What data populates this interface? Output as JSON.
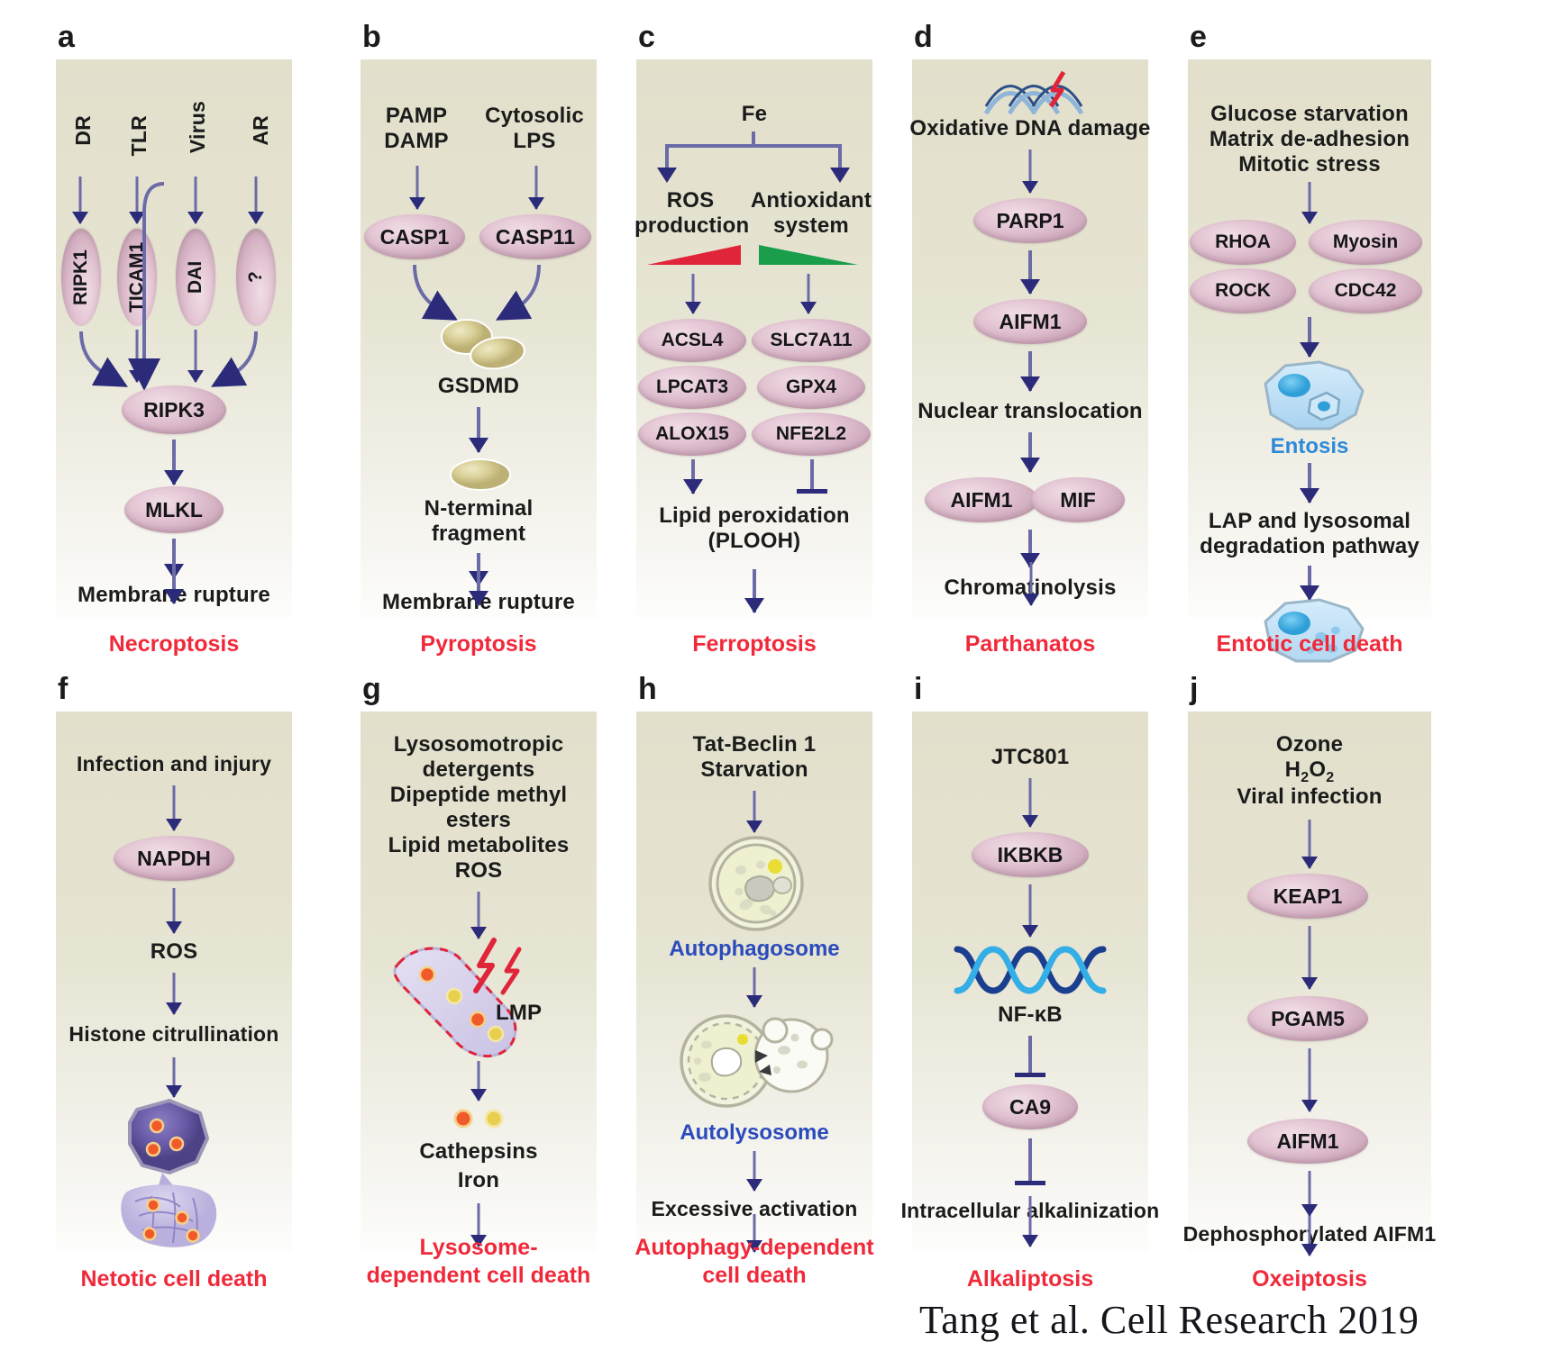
{
  "figure": {
    "citation": "Tang et al. Cell Research 2019",
    "colors": {
      "panel_bg_top": "#e2e0cb",
      "panel_bg_bottom": "#fdfdfb",
      "arrow": "#2b2b7a",
      "arrow_shaft": "#6b6ba8",
      "node_fill": "#ceaabc",
      "outcome_red": "#f0293a",
      "label_blue": "#2b4bbd",
      "label_lightblue": "#2e8ad8",
      "ros_triangle_red": "#e0243a",
      "antioxidant_triangle_green": "#1a9e4b"
    }
  },
  "panels": {
    "a": {
      "letter": "a",
      "stimuli": [
        "DR",
        "TLR",
        "Virus",
        "AR"
      ],
      "receptors": [
        "RIPK1",
        "TICAM1",
        "DAI",
        "?"
      ],
      "hub": "RIPK3",
      "effector": "MLKL",
      "event": "Membrane rupture",
      "outcome": "Necroptosis"
    },
    "b": {
      "letter": "b",
      "stimulus_left": "PAMP\nDAMP",
      "stimulus_left_lines": [
        "PAMP",
        "DAMP"
      ],
      "stimulus_right_lines": [
        "Cytosolic",
        "LPS"
      ],
      "caspase_left": "CASP1",
      "caspase_right": "CASP11",
      "substrate": "GSDMD",
      "product_lines": [
        "N-terminal",
        "fragment"
      ],
      "event": "Membrane rupture",
      "outcome": "Pyroptosis"
    },
    "c": {
      "letter": "c",
      "input": "Fe",
      "left_branch_lines": [
        "ROS",
        "production"
      ],
      "right_branch_lines": [
        "Antioxidant",
        "system"
      ],
      "left_nodes": [
        "ACSL4",
        "LPCAT3",
        "ALOX15"
      ],
      "right_nodes": [
        "SLC7A11",
        "GPX4",
        "NFE2L2"
      ],
      "event_lines": [
        "Lipid peroxidation",
        "(PLOOH)"
      ],
      "outcome": "Ferroptosis"
    },
    "d": {
      "letter": "d",
      "stimulus": "Oxidative DNA damage",
      "nodes": [
        "PARP1",
        "AIFM1"
      ],
      "step": "Nuclear translocation",
      "complex": [
        "AIFM1",
        "MIF"
      ],
      "event": "Chromatinolysis",
      "outcome": "Parthanatos"
    },
    "e": {
      "letter": "e",
      "stimuli": [
        "Glucose starvation",
        "Matrix de-adhesion",
        "Mitotic stress"
      ],
      "nodes": [
        [
          "RHOA",
          "Myosin"
        ],
        [
          "ROCK",
          "CDC42"
        ]
      ],
      "process_label": "Entosis",
      "step_lines": [
        "LAP and lysosomal",
        "degradation pathway"
      ],
      "outcome": "Entotic cell death"
    },
    "f": {
      "letter": "f",
      "stimulus": "Infection and injury",
      "node": "NAPDH",
      "mediator": "ROS",
      "step": "Histone citrullination",
      "outcome": "Netotic cell death"
    },
    "g": {
      "letter": "g",
      "stimuli": [
        "Lysosomotropic",
        "detergents",
        "Dipeptide methyl",
        "esters",
        "Lipid metabolites",
        "ROS"
      ],
      "process_label": "LMP",
      "products": [
        "Cathepsins",
        "Iron"
      ],
      "outcome_lines": [
        "Lysosome-",
        "dependent cell death"
      ]
    },
    "h": {
      "letter": "h",
      "stimuli": [
        "Tat-Beclin 1",
        "Starvation"
      ],
      "organelle_1": "Autophagosome",
      "organelle_2": "Autolysosome",
      "step": "Excessive activation",
      "outcome_lines": [
        "Autophagy-dependent",
        "cell death"
      ]
    },
    "i": {
      "letter": "i",
      "stimulus": "JTC801",
      "node": "IKBKB",
      "dna_label": "NF-κB",
      "target": "CA9",
      "step": "Intracellular alkalinization",
      "outcome": "Alkaliptosis"
    },
    "j": {
      "letter": "j",
      "stimuli": [
        "Ozone",
        "H2O2",
        "Viral infection"
      ],
      "h2o2_rich": {
        "pre": "H",
        "sub1": "2",
        "mid": "O",
        "sub2": "2"
      },
      "nodes": [
        "KEAP1",
        "PGAM5",
        "AIFM1"
      ],
      "step": "Dephosphorylated AIFM1",
      "outcome": "Oxeiptosis"
    }
  }
}
